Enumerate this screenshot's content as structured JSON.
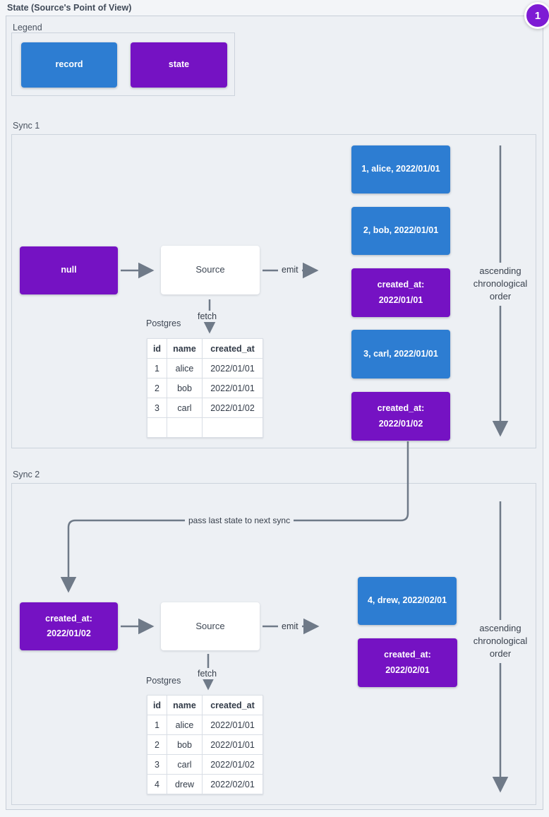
{
  "page": {
    "title": "State (Source's Point of View)",
    "badge": "1"
  },
  "colors": {
    "record": "#2d7dd2",
    "state": "#7512c3",
    "badge": "#7e1bd4",
    "arrow": "#6f7a88"
  },
  "legend": {
    "title": "Legend",
    "record_label": "record",
    "state_label": "state"
  },
  "connector": {
    "label": "pass last state to next sync"
  },
  "sync1": {
    "title": "Sync 1",
    "input_state": "null",
    "source": "Source",
    "emit": "emit",
    "fetch": "fetch",
    "db": "Postgres",
    "order": "ascending chronological order",
    "emitted": [
      {
        "type": "record",
        "text": "1, alice, 2022/01/01"
      },
      {
        "type": "record",
        "text": "2, bob, 2022/01/01"
      },
      {
        "type": "state",
        "text": "created_at: 2022/01/01"
      },
      {
        "type": "record",
        "text": "3, carl, 2022/01/01"
      },
      {
        "type": "state",
        "text": "created_at: 2022/01/02"
      }
    ],
    "table": {
      "headers": [
        "id",
        "name",
        "created_at"
      ],
      "rows": [
        [
          "1",
          "alice",
          "2022/01/01"
        ],
        [
          "2",
          "bob",
          "2022/01/01"
        ],
        [
          "3",
          "carl",
          "2022/01/02"
        ],
        [
          "",
          "",
          ""
        ]
      ]
    }
  },
  "sync2": {
    "title": "Sync 2",
    "input_state": "created_at: 2022/01/02",
    "source": "Source",
    "emit": "emit",
    "fetch": "fetch",
    "db": "Postgres",
    "order": "ascending chronological order",
    "emitted": [
      {
        "type": "record",
        "text": "4, drew, 2022/02/01"
      },
      {
        "type": "state",
        "text": "created_at: 2022/02/01"
      }
    ],
    "table": {
      "headers": [
        "id",
        "name",
        "created_at"
      ],
      "rows": [
        [
          "1",
          "alice",
          "2022/01/01"
        ],
        [
          "2",
          "bob",
          "2022/01/01"
        ],
        [
          "3",
          "carl",
          "2022/01/02"
        ],
        [
          "4",
          "drew",
          "2022/02/01"
        ]
      ]
    }
  }
}
